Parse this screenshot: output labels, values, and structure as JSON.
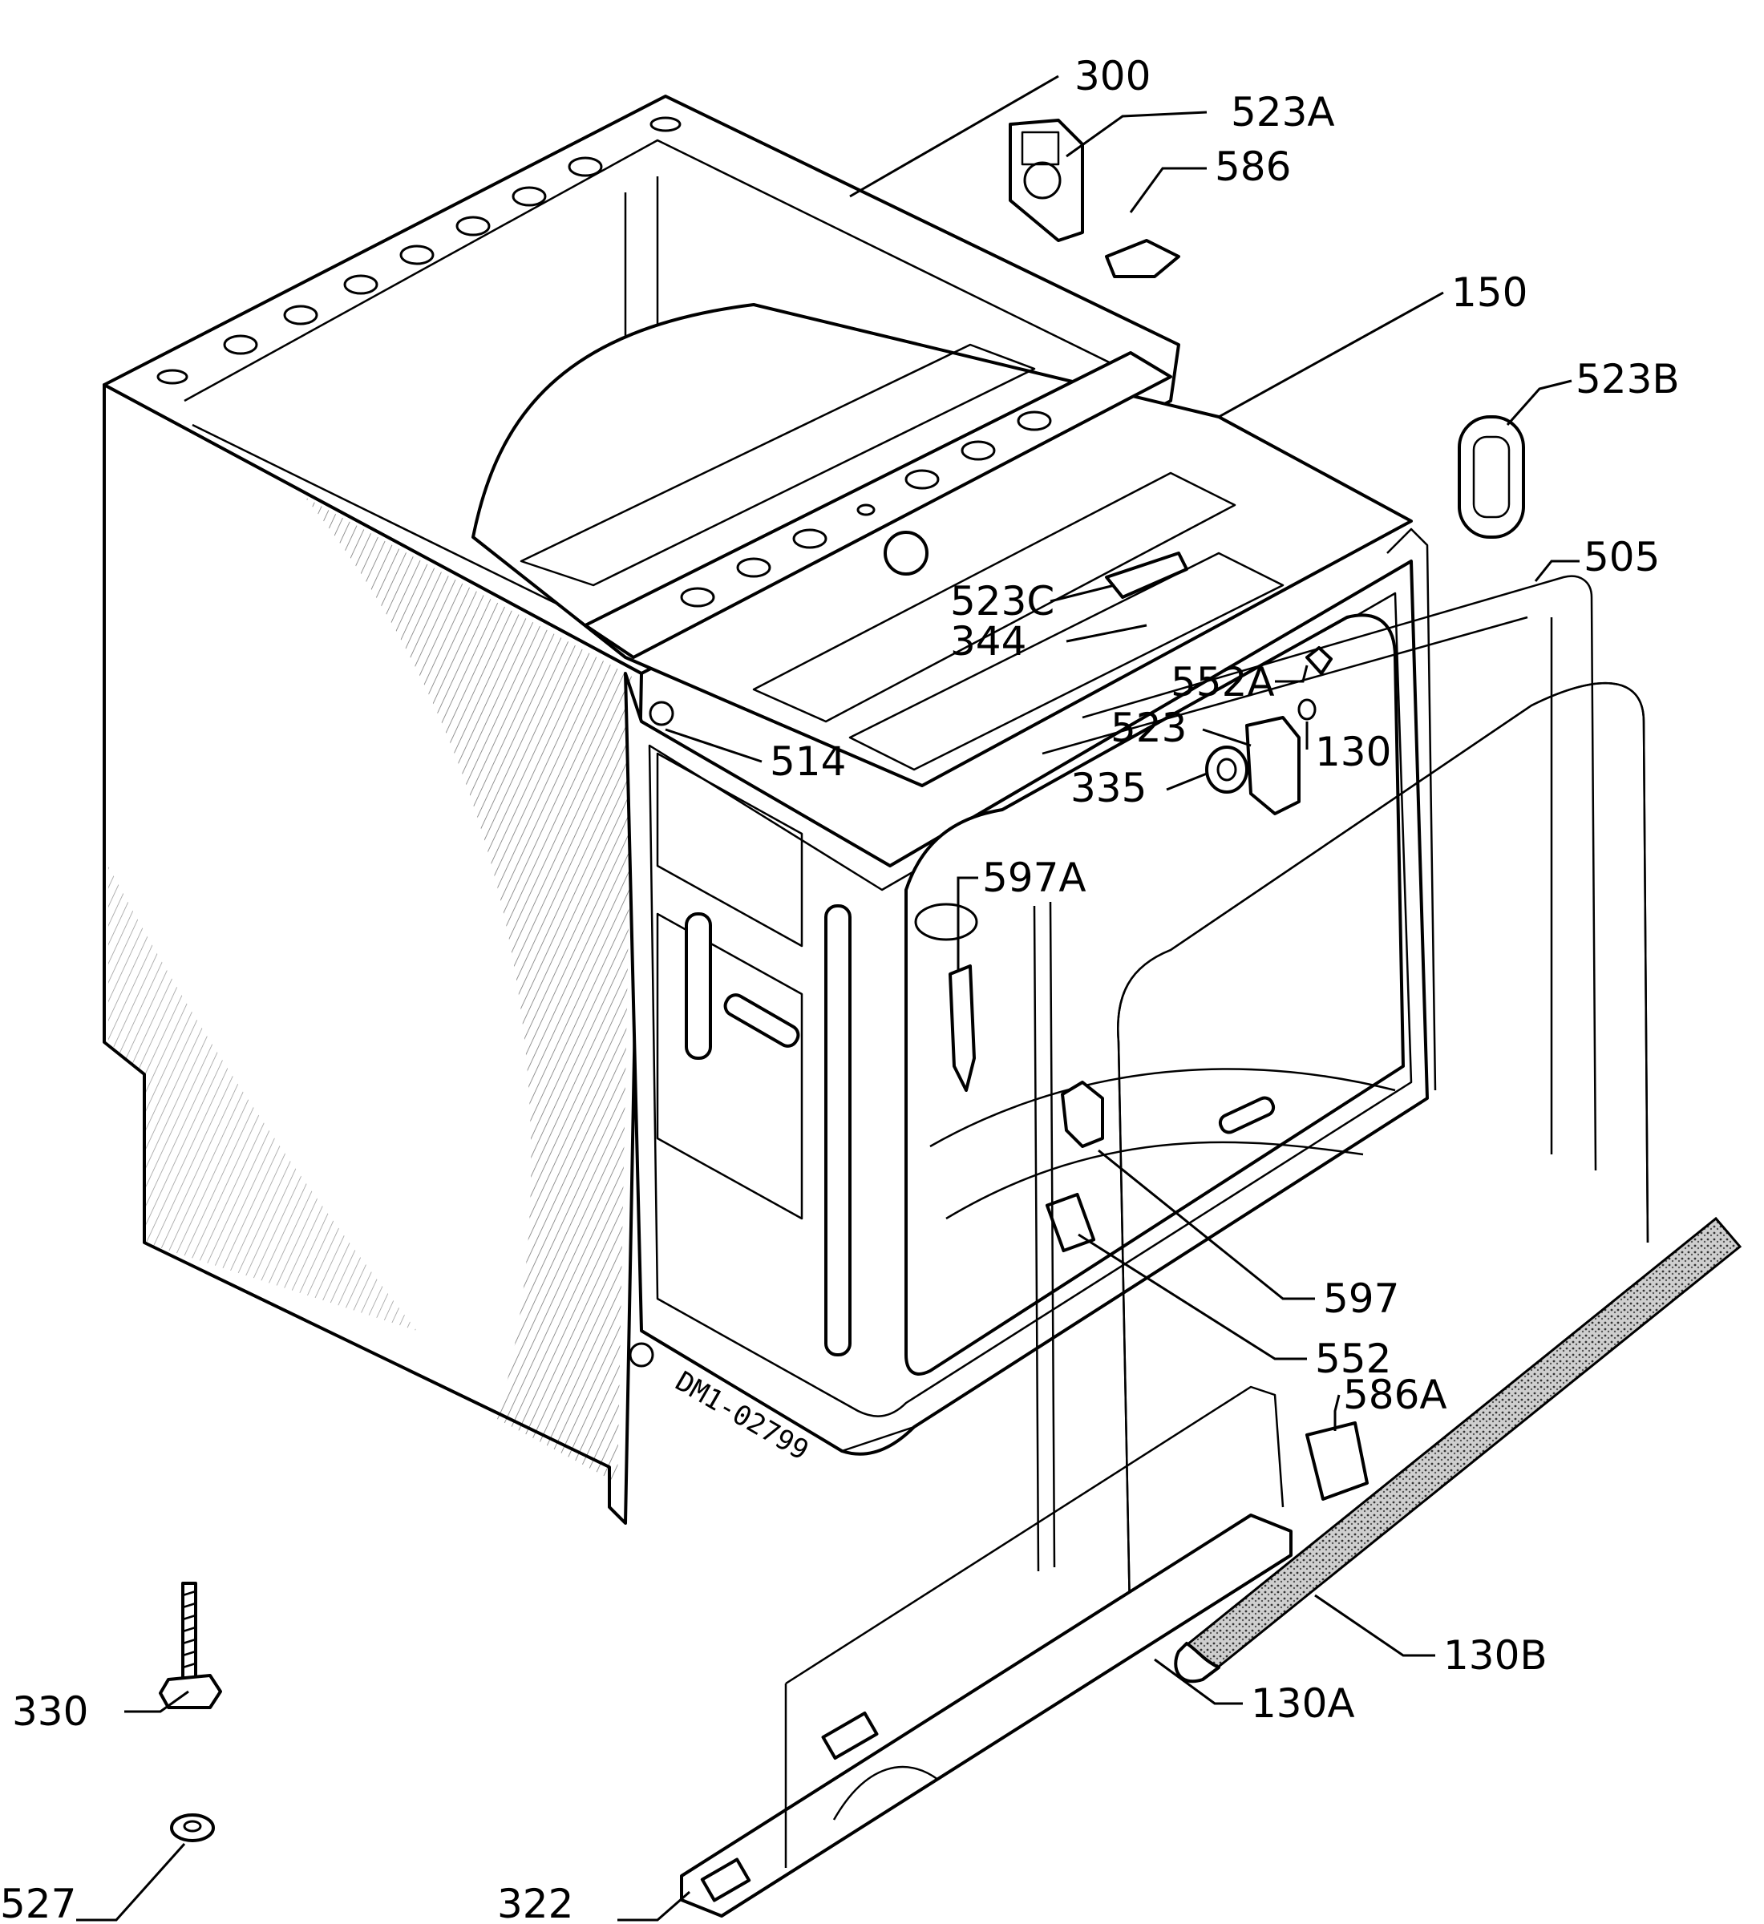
{
  "diagram": {
    "drawing_stamp": "DM1-02799",
    "callouts": [
      "300",
      "523A",
      "586",
      "150",
      "523B",
      "505",
      "523C",
      "344",
      "552A",
      "130",
      "523",
      "514",
      "335",
      "597A",
      "597",
      "552",
      "586A",
      "130B",
      "130A",
      "330",
      "527",
      "322"
    ]
  }
}
